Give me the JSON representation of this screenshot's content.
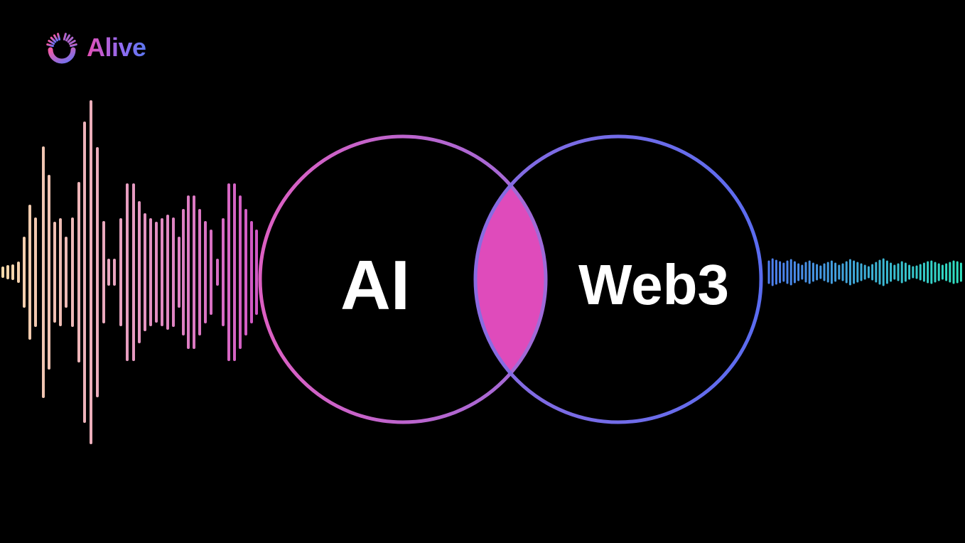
{
  "brand": {
    "name": "Alive",
    "logo_icon": "sunrise-ring-icon"
  },
  "venn": {
    "left_label": "AI",
    "right_label": "Web3"
  },
  "colors": {
    "background": "#000000",
    "left_ring_start": "#dd5fc2",
    "left_ring_end": "#9d6ad8",
    "right_ring_start": "#8a6be0",
    "right_ring_end": "#5a6cf0",
    "overlap_fill": "#df4bbb",
    "wave_left_start": "#f6d9a8",
    "wave_left_mid": "#e8a2c0",
    "wave_left_end": "#cf54c4",
    "wave_right_start": "#4e7cf0",
    "wave_right_end": "#2fe3c0"
  }
}
